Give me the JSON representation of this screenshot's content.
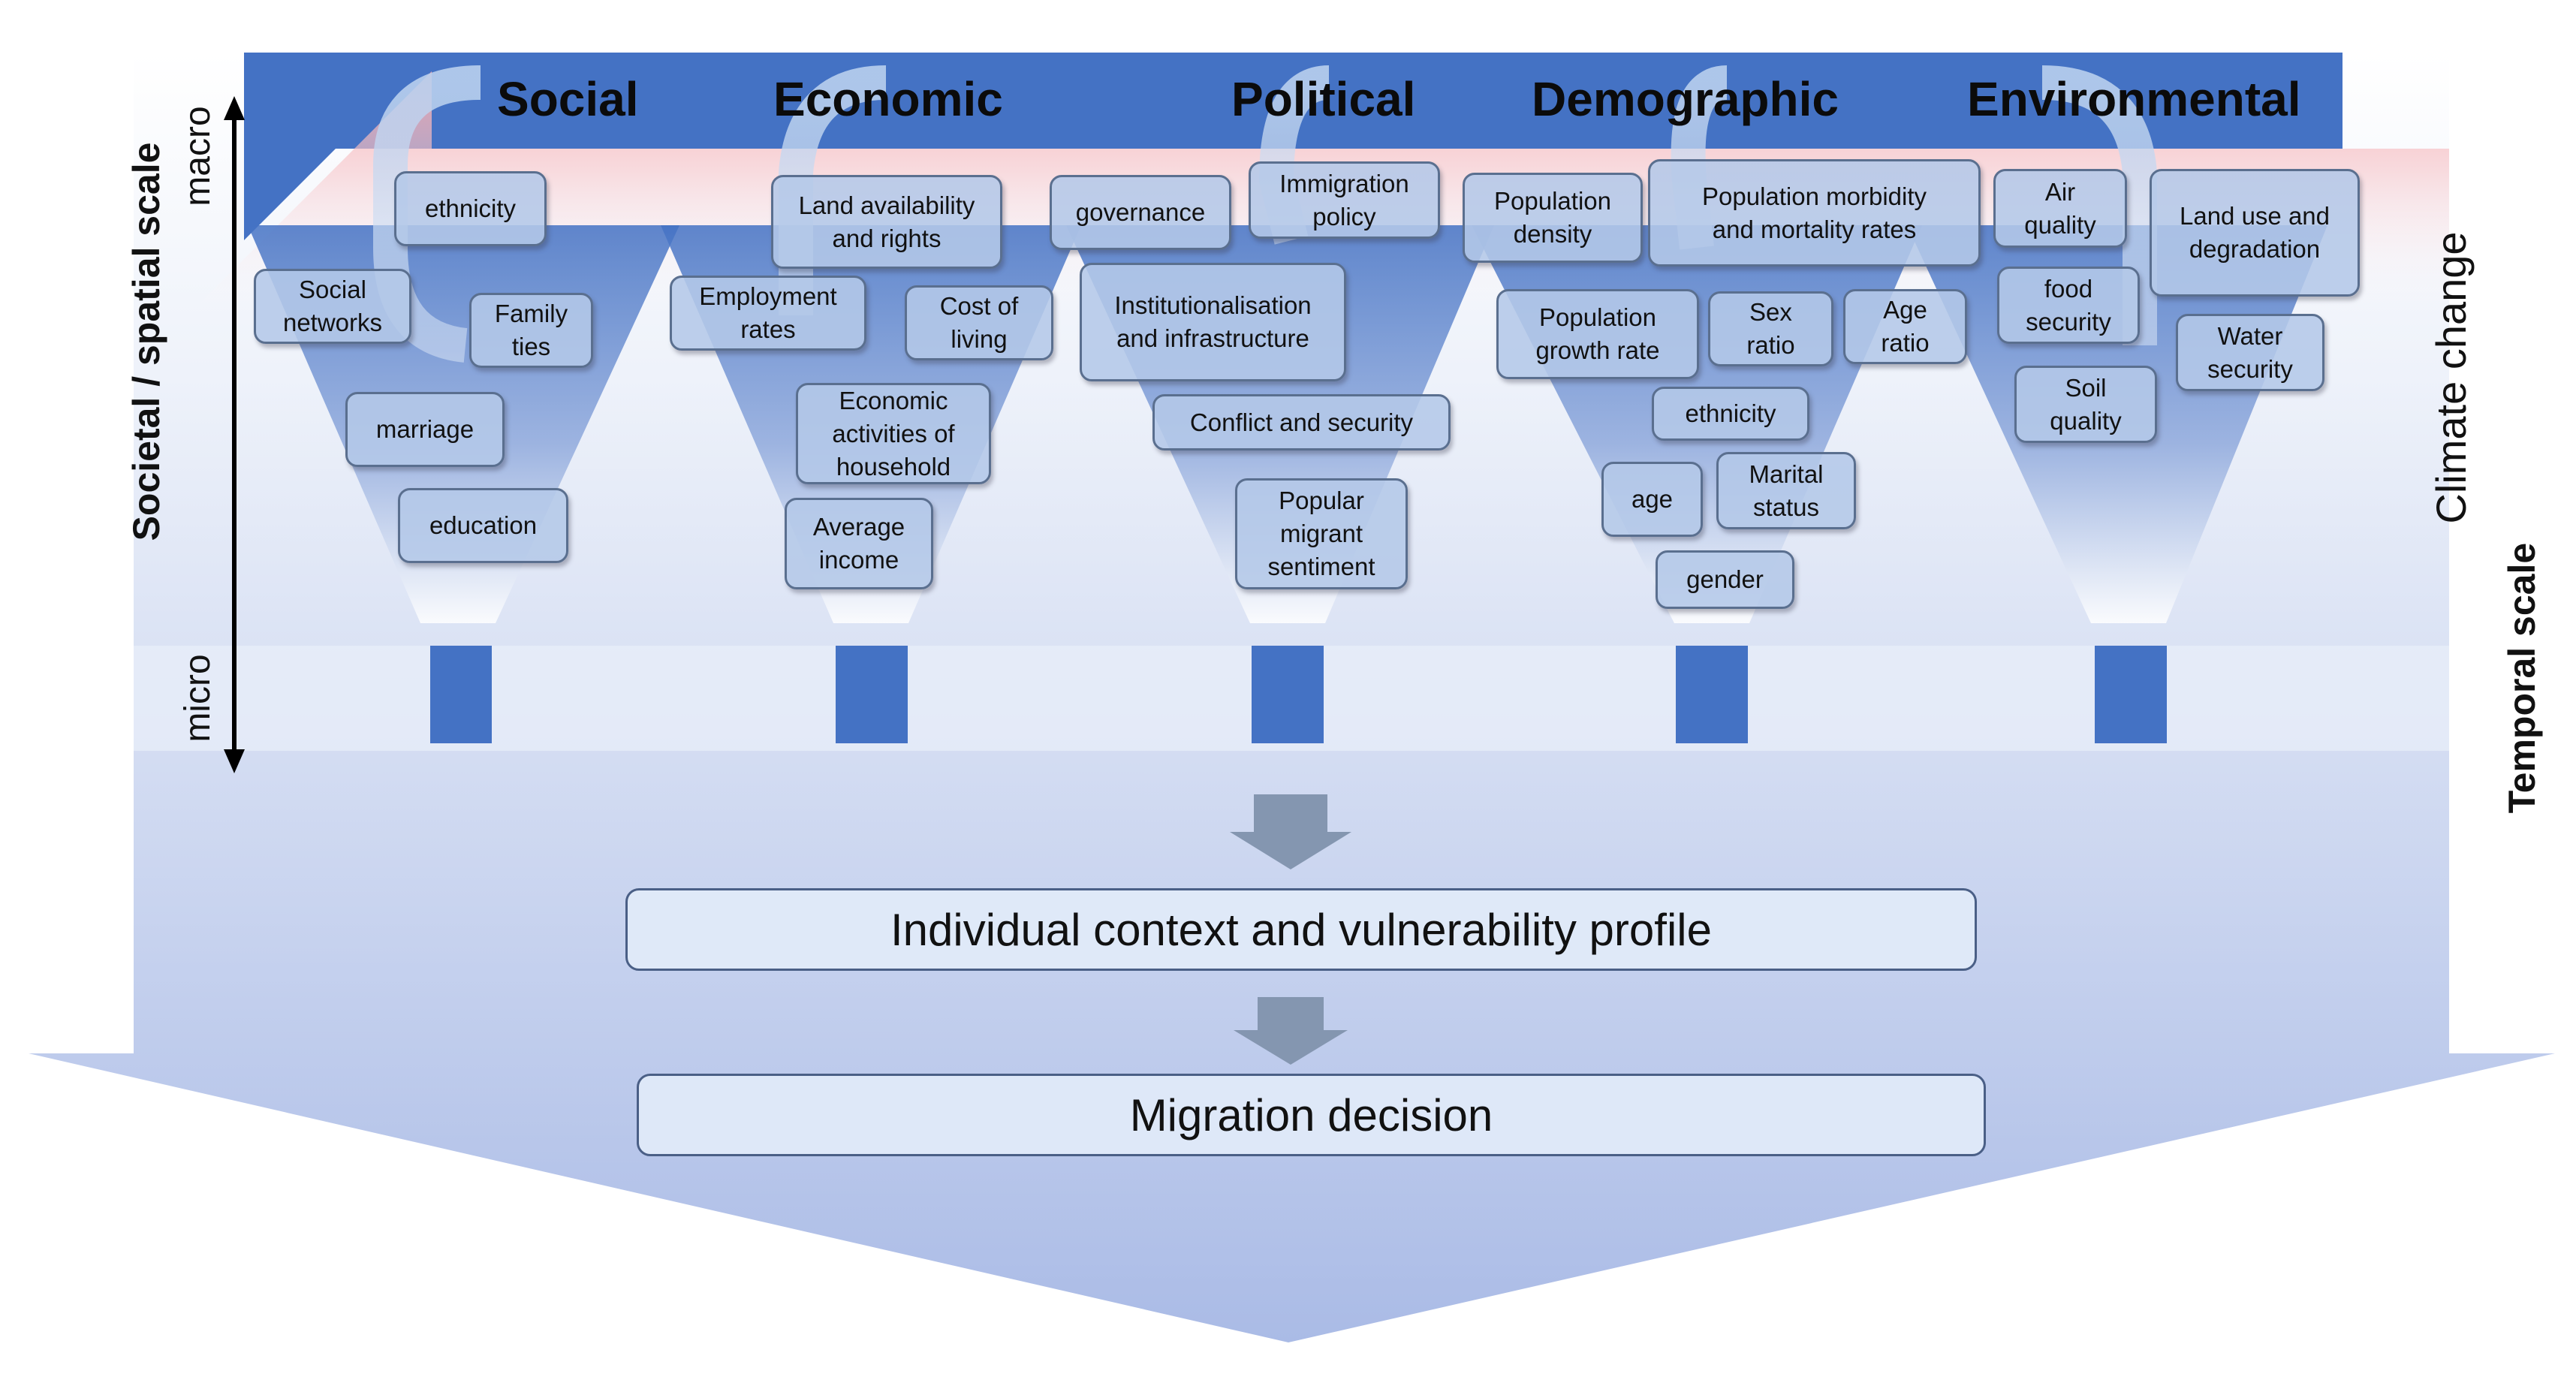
{
  "headers": {
    "social": "Social",
    "economic": "Economic",
    "political": "Political",
    "demographic": "Demographic",
    "environmental": "Environmental"
  },
  "axis": {
    "societal_spatial_scale": "Societal / spatial scale",
    "macro": "macro",
    "micro": "micro",
    "temporal_scale": "Temporal scale",
    "climate_change": "Climate change"
  },
  "factors": {
    "social": [
      "ethnicity",
      "Social\nnetworks",
      "Family\nties",
      "marriage",
      "education"
    ],
    "economic": [
      "Land availability\nand rights",
      "Employment\nrates",
      "Cost of\nliving",
      "Economic\nactivities of\nhousehold",
      "Average\nincome"
    ],
    "political": [
      "governance",
      "Immigration\npolicy",
      "Institutionalisation\nand infrastructure",
      "Conflict and security",
      "Popular\nmigrant\nsentiment"
    ],
    "demographic": [
      "Population\ndensity",
      "Population morbidity\nand mortality rates",
      "Population\ngrowth rate",
      "Sex\nratio",
      "Age\nratio",
      "ethnicity",
      "age",
      "Marital\nstatus",
      "gender"
    ],
    "environmental": [
      "Air\nquality",
      "Land use and\ndegradation",
      "food\nsecurity",
      "Water\nsecurity",
      "Soil\nquality"
    ]
  },
  "outcomes": {
    "profile": "Individual context and vulnerability profile",
    "decision": "Migration decision"
  },
  "colors": {
    "header_band": "#4472c4",
    "funnel_stem": "#4472c4",
    "climate_band": "#f4a3a8",
    "arrow_body": "#aebfe6",
    "down_arrow": "#8496b0"
  }
}
